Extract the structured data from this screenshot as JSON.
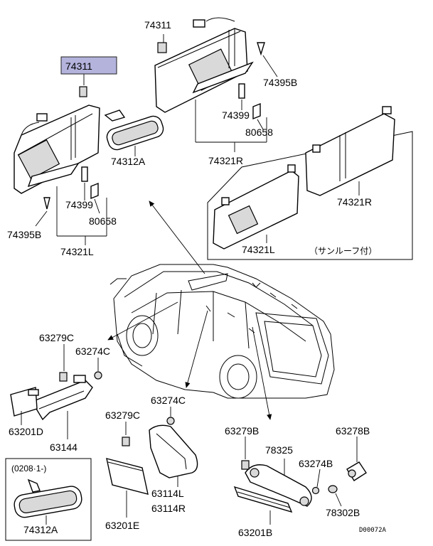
{
  "labels": {
    "p74311_highlight": "74311",
    "p74311_right": "74311",
    "p74395B_left": "74395B",
    "p74395B_right": "74395B",
    "p74399_left": "74399",
    "p74399_right": "74399",
    "p80658_left": "80658",
    "p80658_right": "80658",
    "p74321L_left": "74321L",
    "p74321R_right": "74321R",
    "p74312A_top": "74312A",
    "p74321R_sunroof": "74321R",
    "p74321L_sunroof": "74321L",
    "sunroof_note": "（サンルーフ付）",
    "p63279C_a": "63279C",
    "p63274C_a": "63274C",
    "p63201D": "63201D",
    "p63144": "63144",
    "p63274C_b": "63274C",
    "p63279C_b": "63279C",
    "p63114L": "63114L",
    "p63114R": "63114R",
    "p63201E": "63201E",
    "p63279B": "63279B",
    "p78325": "78325",
    "p63278B": "63278B",
    "p63274B": "63274B",
    "p78302B": "78302B",
    "p63201B": "63201B",
    "inset_date": "(0208·1-)",
    "p74312A_inset": "74312A",
    "diagram_code": "D00072A"
  },
  "colors": {
    "highlight": "#b3b3dc",
    "line": "#000000",
    "background": "#ffffff",
    "shade": "#d9d9d9"
  }
}
